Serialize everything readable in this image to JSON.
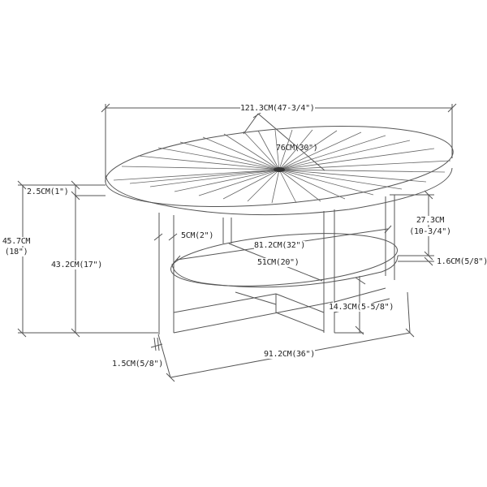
{
  "diagram": {
    "subject": "oval coffee table with sunburst top and lower shelf",
    "line_color": "#555555",
    "background": "#ffffff",
    "dimensions": {
      "overall_length": "121.3CM(47-3/4\")",
      "top_width": "76CM(30\")",
      "top_thickness": "2.5CM(1\")",
      "overall_height_cm": "45.7CM",
      "overall_height_in": "(18\")",
      "leg_height": "43.2CM(17\")",
      "leg_width": "5CM(2\")",
      "shelf_length": "81.2CM(32\")",
      "shelf_width": "51CM(20\")",
      "shelf_gap_cm": "27.3CM",
      "shelf_gap_in": "(10-3/4\")",
      "shelf_thickness": "1.6CM(5/8\")",
      "shelf_height": "14.3CM(5-5/8\")",
      "base_thickness": "1.5CM(5/8\")",
      "base_length": "91.2CM(36\")"
    }
  }
}
